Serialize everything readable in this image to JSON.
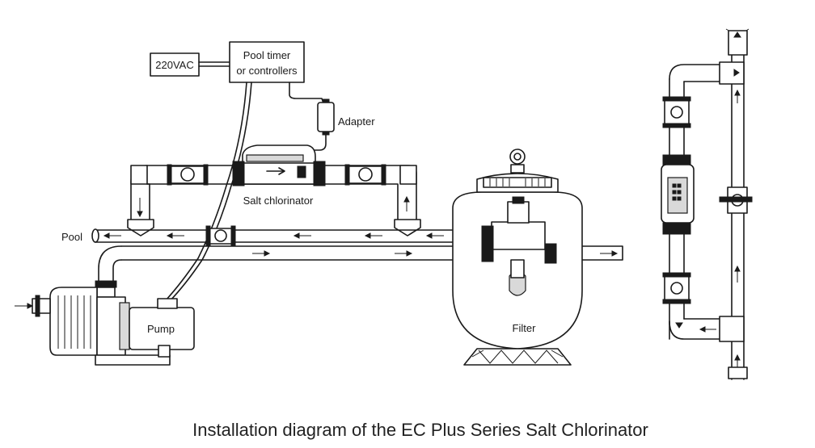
{
  "labels": {
    "voltage": "220VAC",
    "timer_line1": "Pool timer",
    "timer_line2": "or controllers",
    "adapter": "Adapter",
    "salt_chlorinator": "Salt chlorinator",
    "pool": "Pool",
    "pump": "Pump",
    "filter": "Filter"
  },
  "caption": "Installation diagram of the EC Plus Series Salt Chlorinator"
}
